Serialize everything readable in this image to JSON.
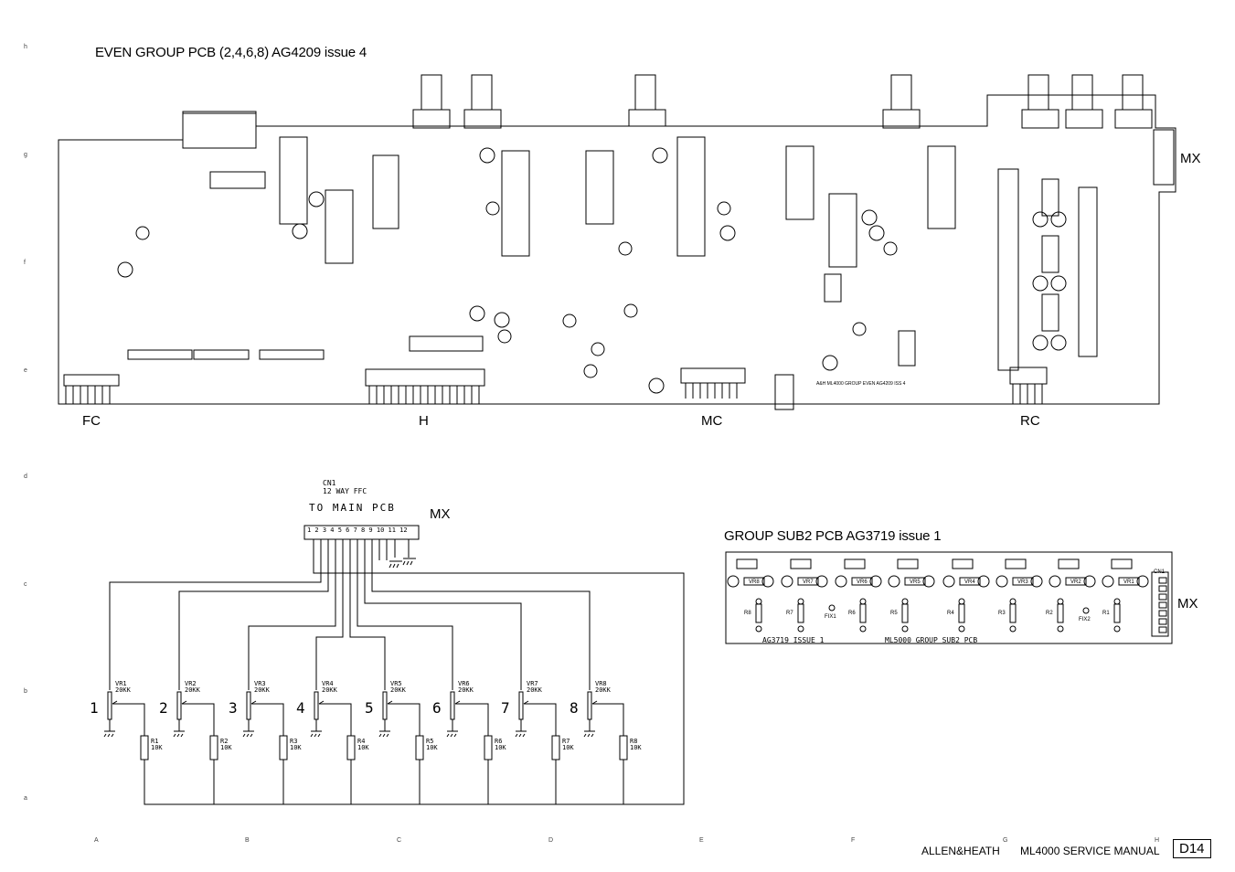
{
  "main_title": "EVEN GROUP PCB (2,4,6,8)  AG4209 issue 4",
  "sub_title": "GROUP SUB2 PCB  AG3719 issue 1",
  "connector_labels": {
    "fc": "FC",
    "h": "H",
    "mc": "MC",
    "rc": "RC",
    "mx_top": "MX",
    "mx_mid": "MX",
    "mx_sub": "MX"
  },
  "cn1": {
    "name": "CN1",
    "type": "12 WAY FFC",
    "dest": "TO MAIN PCB",
    "pins": "1 2 3 4 5 6 7 8 9 10 11 12"
  },
  "pcb_silkscreen": "A&H ML4000 GROUP EVEN  AG4209 ISS 4",
  "sub_silkscreen_left": "AG3719  ISSUE  1",
  "sub_silkscreen_right": "ML5000  GROUP  SUB2  PCB",
  "row_marks": [
    "h",
    "g",
    "f",
    "e",
    "d",
    "c",
    "b",
    "a"
  ],
  "col_marks": [
    "A",
    "B",
    "C",
    "D",
    "E",
    "F",
    "G",
    "H"
  ],
  "channels": [
    {
      "num": "1",
      "vr": "VR1",
      "vr_val": "20KK",
      "r": "R1",
      "r_val": "10K"
    },
    {
      "num": "2",
      "vr": "VR2",
      "vr_val": "20KK",
      "r": "R2",
      "r_val": "10K"
    },
    {
      "num": "3",
      "vr": "VR3",
      "vr_val": "20KK",
      "r": "R3",
      "r_val": "10K"
    },
    {
      "num": "4",
      "vr": "VR4",
      "vr_val": "20KK",
      "r": "R4",
      "r_val": "10K"
    },
    {
      "num": "5",
      "vr": "VR5",
      "vr_val": "20KK",
      "r": "R5",
      "r_val": "10K"
    },
    {
      "num": "6",
      "vr": "VR6",
      "vr_val": "20KK",
      "r": "R6",
      "r_val": "10K"
    },
    {
      "num": "7",
      "vr": "VR7",
      "vr_val": "20KK",
      "r": "R7",
      "r_val": "10K"
    },
    {
      "num": "8",
      "vr": "VR8",
      "vr_val": "20KK",
      "r": "R8",
      "r_val": "10K"
    }
  ],
  "sub_vrs": [
    "VR8",
    "VR7",
    "VR6",
    "VR5",
    "VR4",
    "VR3",
    "VR2",
    "VR1"
  ],
  "sub_rs": [
    "R8",
    "R7",
    "R6",
    "R5",
    "R4",
    "R3",
    "R2",
    "R1"
  ],
  "sub_fix": [
    "FIX1",
    "FIX2"
  ],
  "sub_cn": "CN1",
  "footer": {
    "brand": "ALLEN&HEATH",
    "manual": "ML4000 SERVICE MANUAL",
    "page": "D14"
  }
}
